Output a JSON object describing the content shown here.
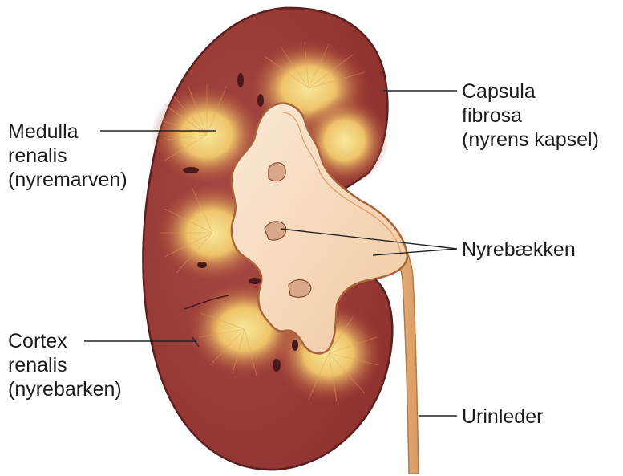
{
  "labels": {
    "medulla": [
      "Medulla",
      "renalis",
      "(nyremarven)"
    ],
    "cortex": [
      "Cortex",
      "renalis",
      "(nyrebarken)"
    ],
    "capsula": [
      "Capsula",
      "fibrosa",
      "(nyrens kapsel)"
    ],
    "pelvis": "Nyrebækken",
    "ureter": "Urinleder"
  },
  "colors": {
    "capsule_outline": "#5a2020",
    "cortex": "#9a3a35",
    "pyramid_core": "#f6e080",
    "pelvis": "#f7d9b8",
    "ureter": "#e7b17a"
  }
}
